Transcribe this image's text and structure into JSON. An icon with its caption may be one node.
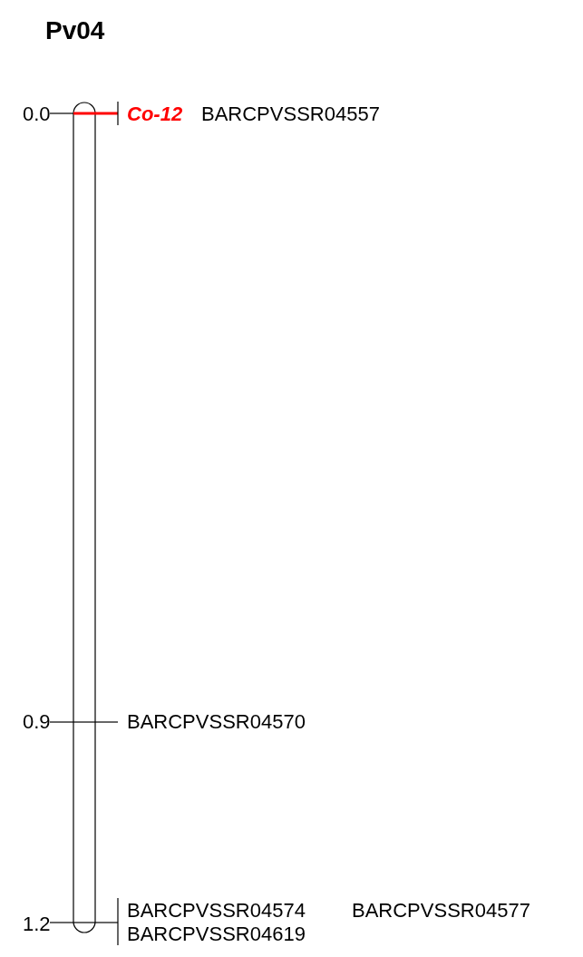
{
  "diagram": {
    "title": "Pv04",
    "labels": [
      "0.0",
      "Co-12",
      "BARCPVSSR04557",
      "0.9",
      "BARCPVSSR04570",
      "1.2",
      "BARCPVSSR04574",
      "BARCPVSSR04577",
      "BARCPVSSR04619"
    ]
  }
}
